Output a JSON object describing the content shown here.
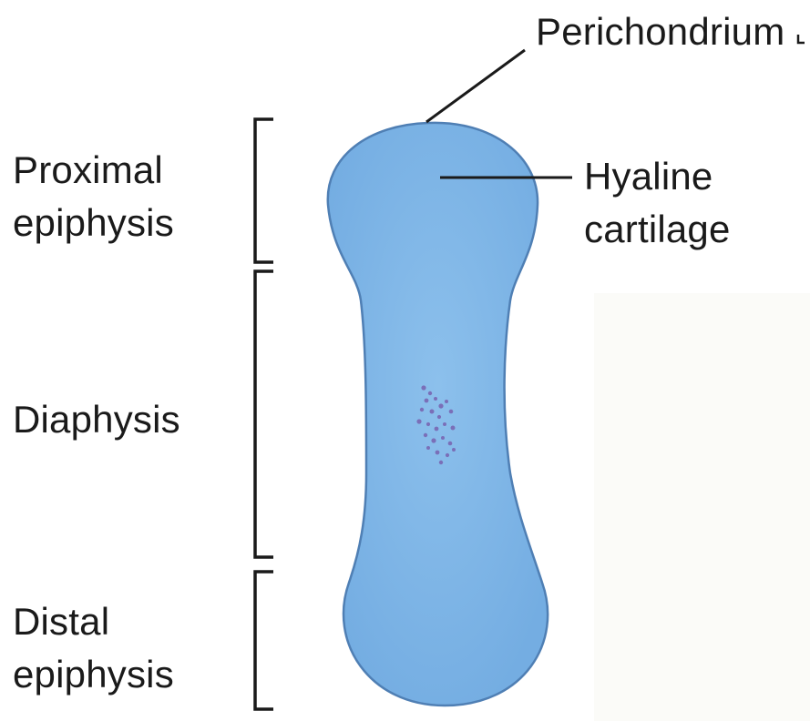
{
  "colors": {
    "cartilage_fill": "#7fb6e6",
    "cartilage_outline": "#4f7fb4",
    "leader_line": "#1a1a1a",
    "dots": "#7a6fb8"
  },
  "labels": {
    "perichondrium": "Perichondrium",
    "hyaline_line1": "Hyaline",
    "hyaline_line2": "cartilage",
    "proximal_line1": "Proximal",
    "proximal_line2": "epiphysis",
    "diaphysis": "Diaphysis",
    "distal_line1": "Distal",
    "distal_line2": "epiphysis"
  }
}
